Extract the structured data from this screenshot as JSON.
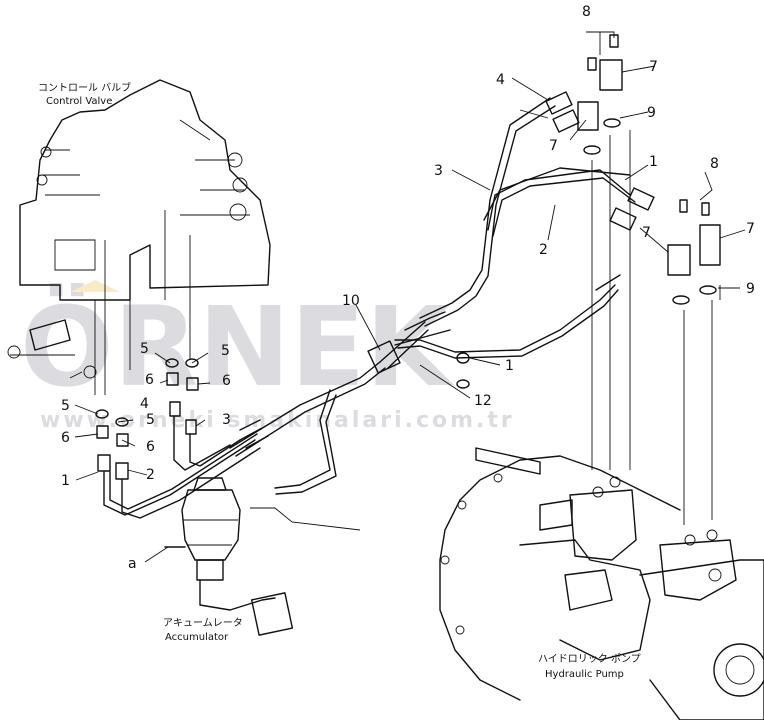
{
  "captions": {
    "control_valve_jp": "コントロール バルブ",
    "control_valve_en": "Control Valve",
    "accumulator_jp": "アキュームレータ",
    "accumulator_en": "Accumulator",
    "hydraulic_pump_jp": "ハイドロリック ポンプ",
    "hydraulic_pump_en": "Hydraulic Pump"
  },
  "watermark": {
    "brand": "ÖRNEK",
    "url": "www.orneki smakinalari.com.tr",
    "color": "#9a9aa8",
    "accent": "#f2c94c"
  },
  "callouts": [
    "8",
    "7",
    "4",
    "7",
    "9",
    "3",
    "1",
    "8",
    "7",
    "2",
    "7",
    "9",
    "10",
    "5",
    "5",
    "6",
    "6",
    "5",
    "5",
    "4",
    "3",
    "6",
    "6",
    "1",
    "2",
    "1",
    "12",
    "a"
  ]
}
